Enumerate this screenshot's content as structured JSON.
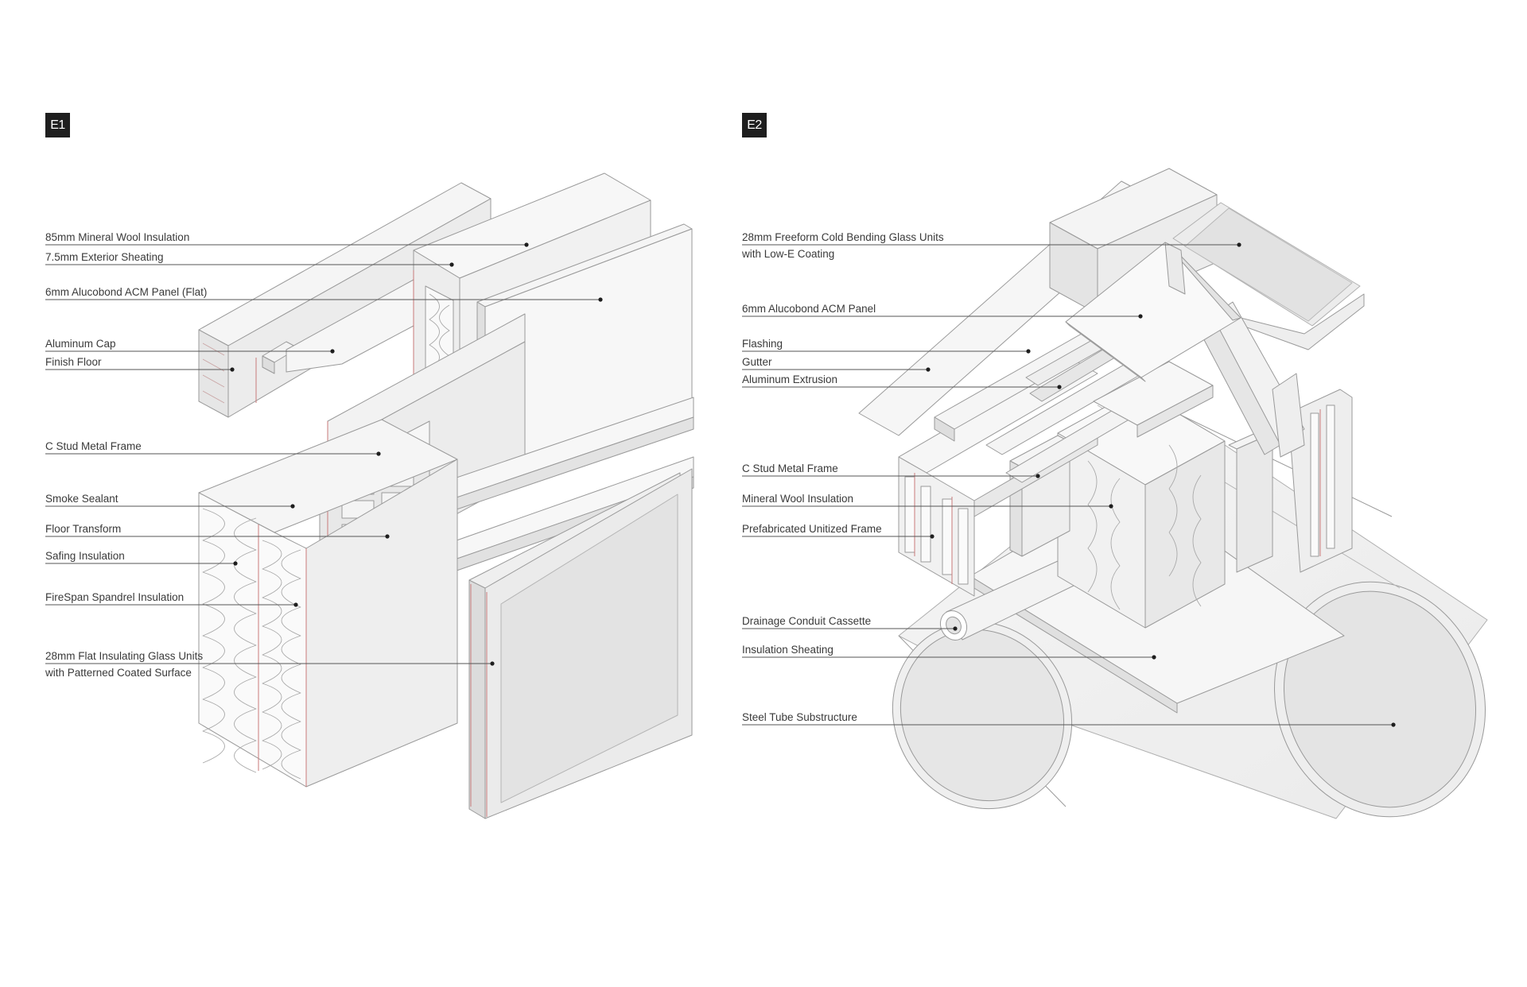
{
  "panels": [
    {
      "badge": "E1",
      "labels": [
        {
          "id": "e1-mineral-wool",
          "lines": [
            "85mm Mineral Wool Insulation"
          ]
        },
        {
          "id": "e1-exterior-sheating",
          "lines": [
            "7.5mm Exterior Sheating"
          ]
        },
        {
          "id": "e1-alucobond-flat",
          "lines": [
            "6mm Alucobond ACM Panel (Flat)"
          ]
        },
        {
          "id": "e1-aluminum-cap",
          "lines": [
            "Aluminum Cap"
          ]
        },
        {
          "id": "e1-finish-floor",
          "lines": [
            "Finish Floor"
          ]
        },
        {
          "id": "e1-c-stud",
          "lines": [
            "C Stud Metal Frame"
          ]
        },
        {
          "id": "e1-smoke-sealant",
          "lines": [
            "Smoke Sealant"
          ]
        },
        {
          "id": "e1-floor-transform",
          "lines": [
            "Floor Transform"
          ]
        },
        {
          "id": "e1-safing",
          "lines": [
            "Safing Insulation"
          ]
        },
        {
          "id": "e1-firespan",
          "lines": [
            "FireSpan Spandrel Insulation"
          ]
        },
        {
          "id": "e1-flat-glass",
          "lines": [
            "28mm Flat Insulating Glass Units",
            "with Patterned Coated Surface"
          ]
        }
      ]
    },
    {
      "badge": "E2",
      "labels": [
        {
          "id": "e2-freeform-glass",
          "lines": [
            "28mm Freeform Cold Bending Glass Units",
            "with Low-E Coating"
          ]
        },
        {
          "id": "e2-alucobond",
          "lines": [
            "6mm Alucobond ACM Panel"
          ]
        },
        {
          "id": "e2-flashing",
          "lines": [
            "Flashing"
          ]
        },
        {
          "id": "e2-gutter",
          "lines": [
            "Gutter"
          ]
        },
        {
          "id": "e2-aluminum-extrusion",
          "lines": [
            "Aluminum Extrusion"
          ]
        },
        {
          "id": "e2-c-stud",
          "lines": [
            "C Stud Metal Frame"
          ]
        },
        {
          "id": "e2-mineral-wool",
          "lines": [
            "Mineral Wool Insulation"
          ]
        },
        {
          "id": "e2-prefab-frame",
          "lines": [
            "Prefabricated Unitized Frame"
          ]
        },
        {
          "id": "e2-drainage",
          "lines": [
            "Drainage Conduit Cassette"
          ]
        },
        {
          "id": "e2-insulation-sheating",
          "lines": [
            "Insulation Sheating"
          ]
        },
        {
          "id": "e2-steel-tube",
          "lines": [
            "Steel Tube Substructure"
          ]
        }
      ]
    }
  ],
  "colors": {
    "ink": "#1e1e1e",
    "text": "#3a3a3a",
    "leader": "#555555",
    "edge": "#9a9a9a",
    "cut": "#c97a7a",
    "face_light": "#f7f7f7",
    "face_mid": "#eeeeee",
    "face_dark": "#e2e2e2"
  }
}
